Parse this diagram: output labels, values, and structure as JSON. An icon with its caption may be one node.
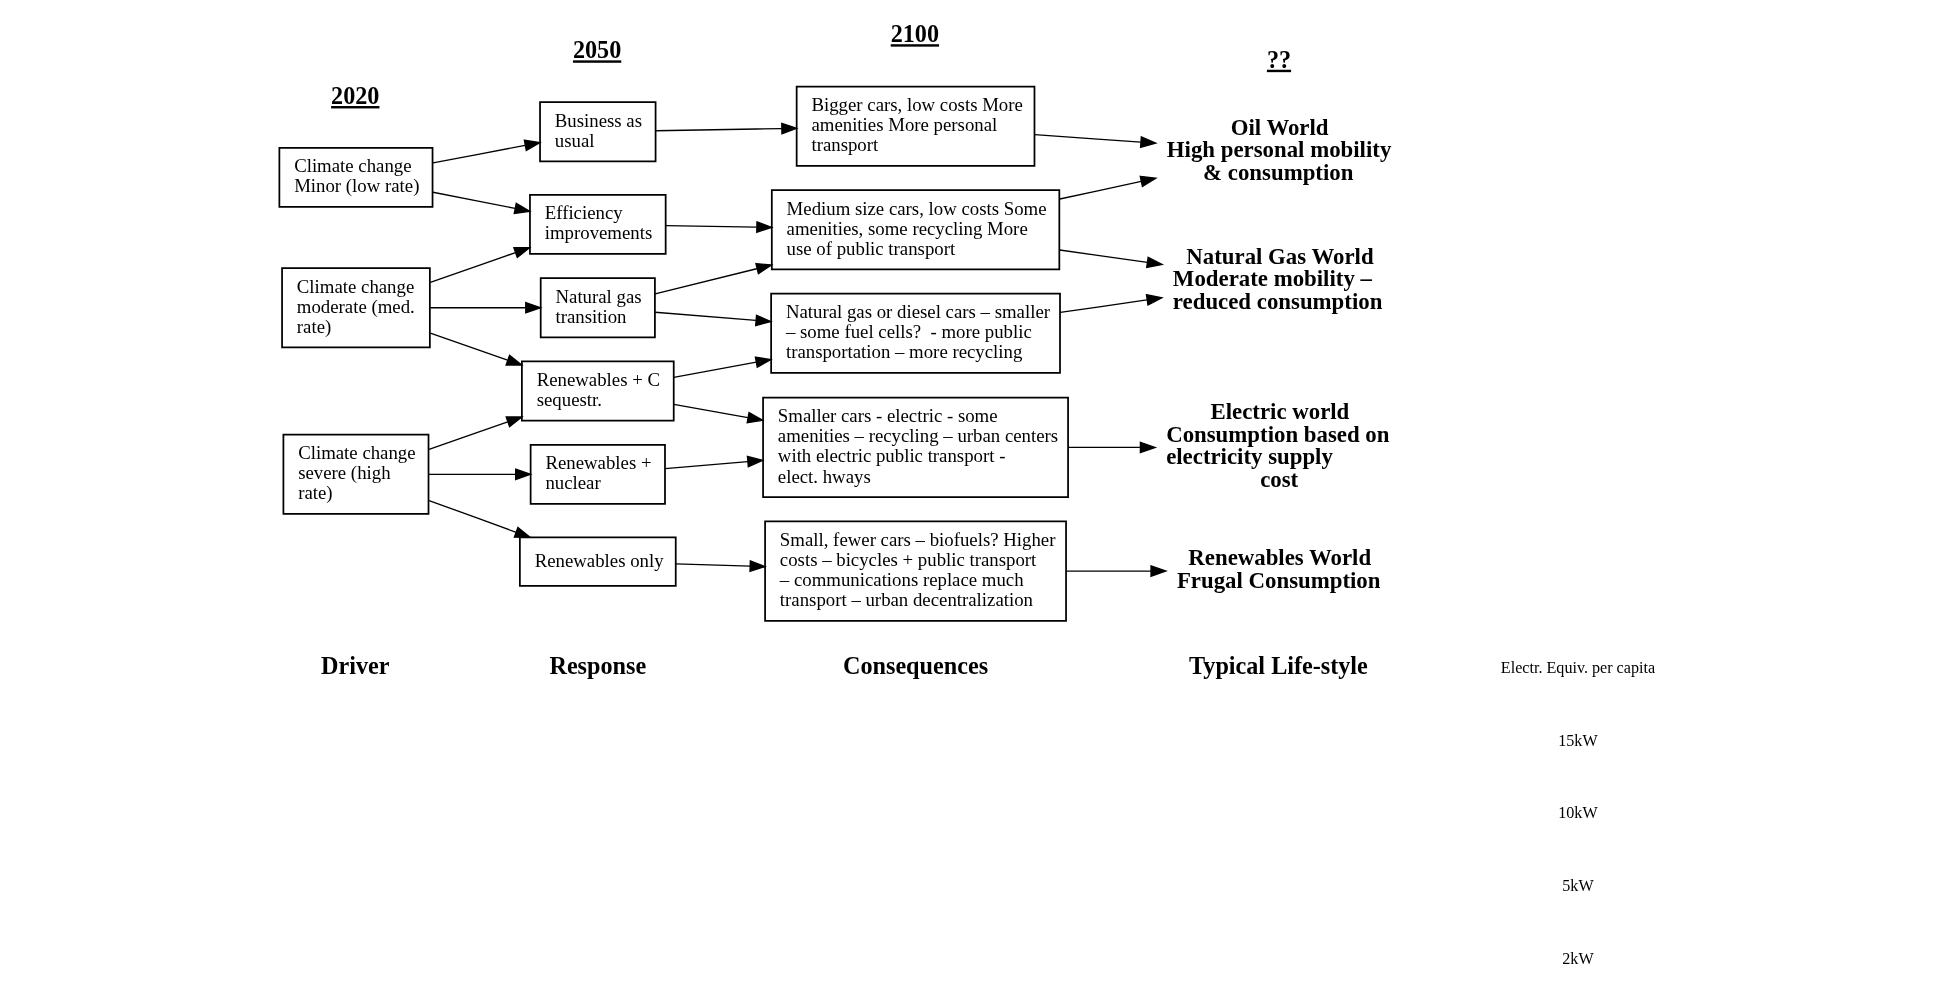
{
  "diagram": {
    "nodes": [
      {
        "text": [
          "Climate change Minor (low rate)"
        ]
      },
      {
        "text": [
          "Climate change moderate (med. rate)"
        ]
      },
      {
        "text": [
          "Climate change severe (high rate)"
        ]
      },
      {
        "text": [
          "Business as usual"
        ]
      },
      {
        "text": [
          "Efficiency improvements"
        ]
      },
      {
        "text": [
          "Natural gas transition"
        ]
      },
      {
        "text": [
          "Renewables + C sequestr."
        ]
      },
      {
        "text": [
          "Renewables + nuclear"
        ]
      },
      {
        "text": [
          "Renewables only"
        ]
      },
      {
        "text": [
          "Bigger cars, low costs More amenities More personal transport"
        ]
      },
      {
        "text": [
          "Medium size cars, low costs Some amenities, some recycling More use of public transport"
        ]
      },
      {
        "text": [
          "Natural gas or diesel cars – smaller – some fuel cells?  - more public transportation – more recycling"
        ]
      },
      {
        "text": [
          "Smaller cars - electric - some amenities – recycling – urban centers with electric public transport - elect. hways"
        ]
      },
      {
        "text": [
          "Small, fewer cars – biofuels? Higher costs – bicycles + public transport – communications replace much transport – urban decentralization"
        ]
      },
      {
        "text": [
          "Oil World",
          "High personal mobility & consumption"
        ]
      },
      {
        "text": [
          "Natural Gas World",
          "Moderate mobility – reduced consumption"
        ]
      },
      {
        "text": [
          "Electric world",
          "Consumption based on electricity supply cost"
        ]
      },
      {
        "text": [
          "Renewables World",
          "Frugal Consumption"
        ]
      }
    ],
    "edges": [
      {
        "from": 0,
        "to": 3,
        "arrow": "to"
      },
      {
        "from": 0,
        "to": 4,
        "arrow": "to"
      },
      {
        "from": 1,
        "to": 4,
        "arrow": "to"
      },
      {
        "from": 1,
        "to": 5,
        "arrow": "to"
      },
      {
        "from": 1,
        "to": 6,
        "arrow": "to"
      },
      {
        "from": 2,
        "to": 6,
        "arrow": "to"
      },
      {
        "from": 2,
        "to": 7,
        "arrow": "to"
      },
      {
        "from": 2,
        "to": 8,
        "arrow": "to"
      },
      {
        "from": 3,
        "to": 9,
        "arrow": "to"
      },
      {
        "from": 4,
        "to": 10,
        "arrow": "to"
      },
      {
        "from": 5,
        "to": 10,
        "arrow": "to"
      },
      {
        "from": 5,
        "to": 11,
        "arrow": "to"
      },
      {
        "from": 6,
        "to": 11,
        "arrow": "to"
      },
      {
        "from": 6,
        "to": 12,
        "arrow": "to"
      },
      {
        "from": 7,
        "to": 12,
        "arrow": "to"
      },
      {
        "from": 8,
        "to": 13,
        "arrow": "to"
      },
      {
        "from": 9,
        "to": 14,
        "arrow": "to"
      },
      {
        "from": 10,
        "to": 14,
        "arrow": "to"
      },
      {
        "from": 10,
        "to": 15,
        "arrow": "to"
      },
      {
        "from": 11,
        "to": 15,
        "arrow": "to"
      },
      {
        "from": 12,
        "to": 16,
        "arrow": "to"
      },
      {
        "from": 13,
        "to": 17,
        "arrow": "to"
      }
    ],
    "labels": [
      "Driver",
      "Response",
      "Consequences",
      "Typical Life-style",
      "Electr. Equiv. per capita",
      "15kW",
      "10kW",
      "5kW",
      "2kW",
      "2020",
      "2050",
      "2100",
      "??"
    ]
  }
}
